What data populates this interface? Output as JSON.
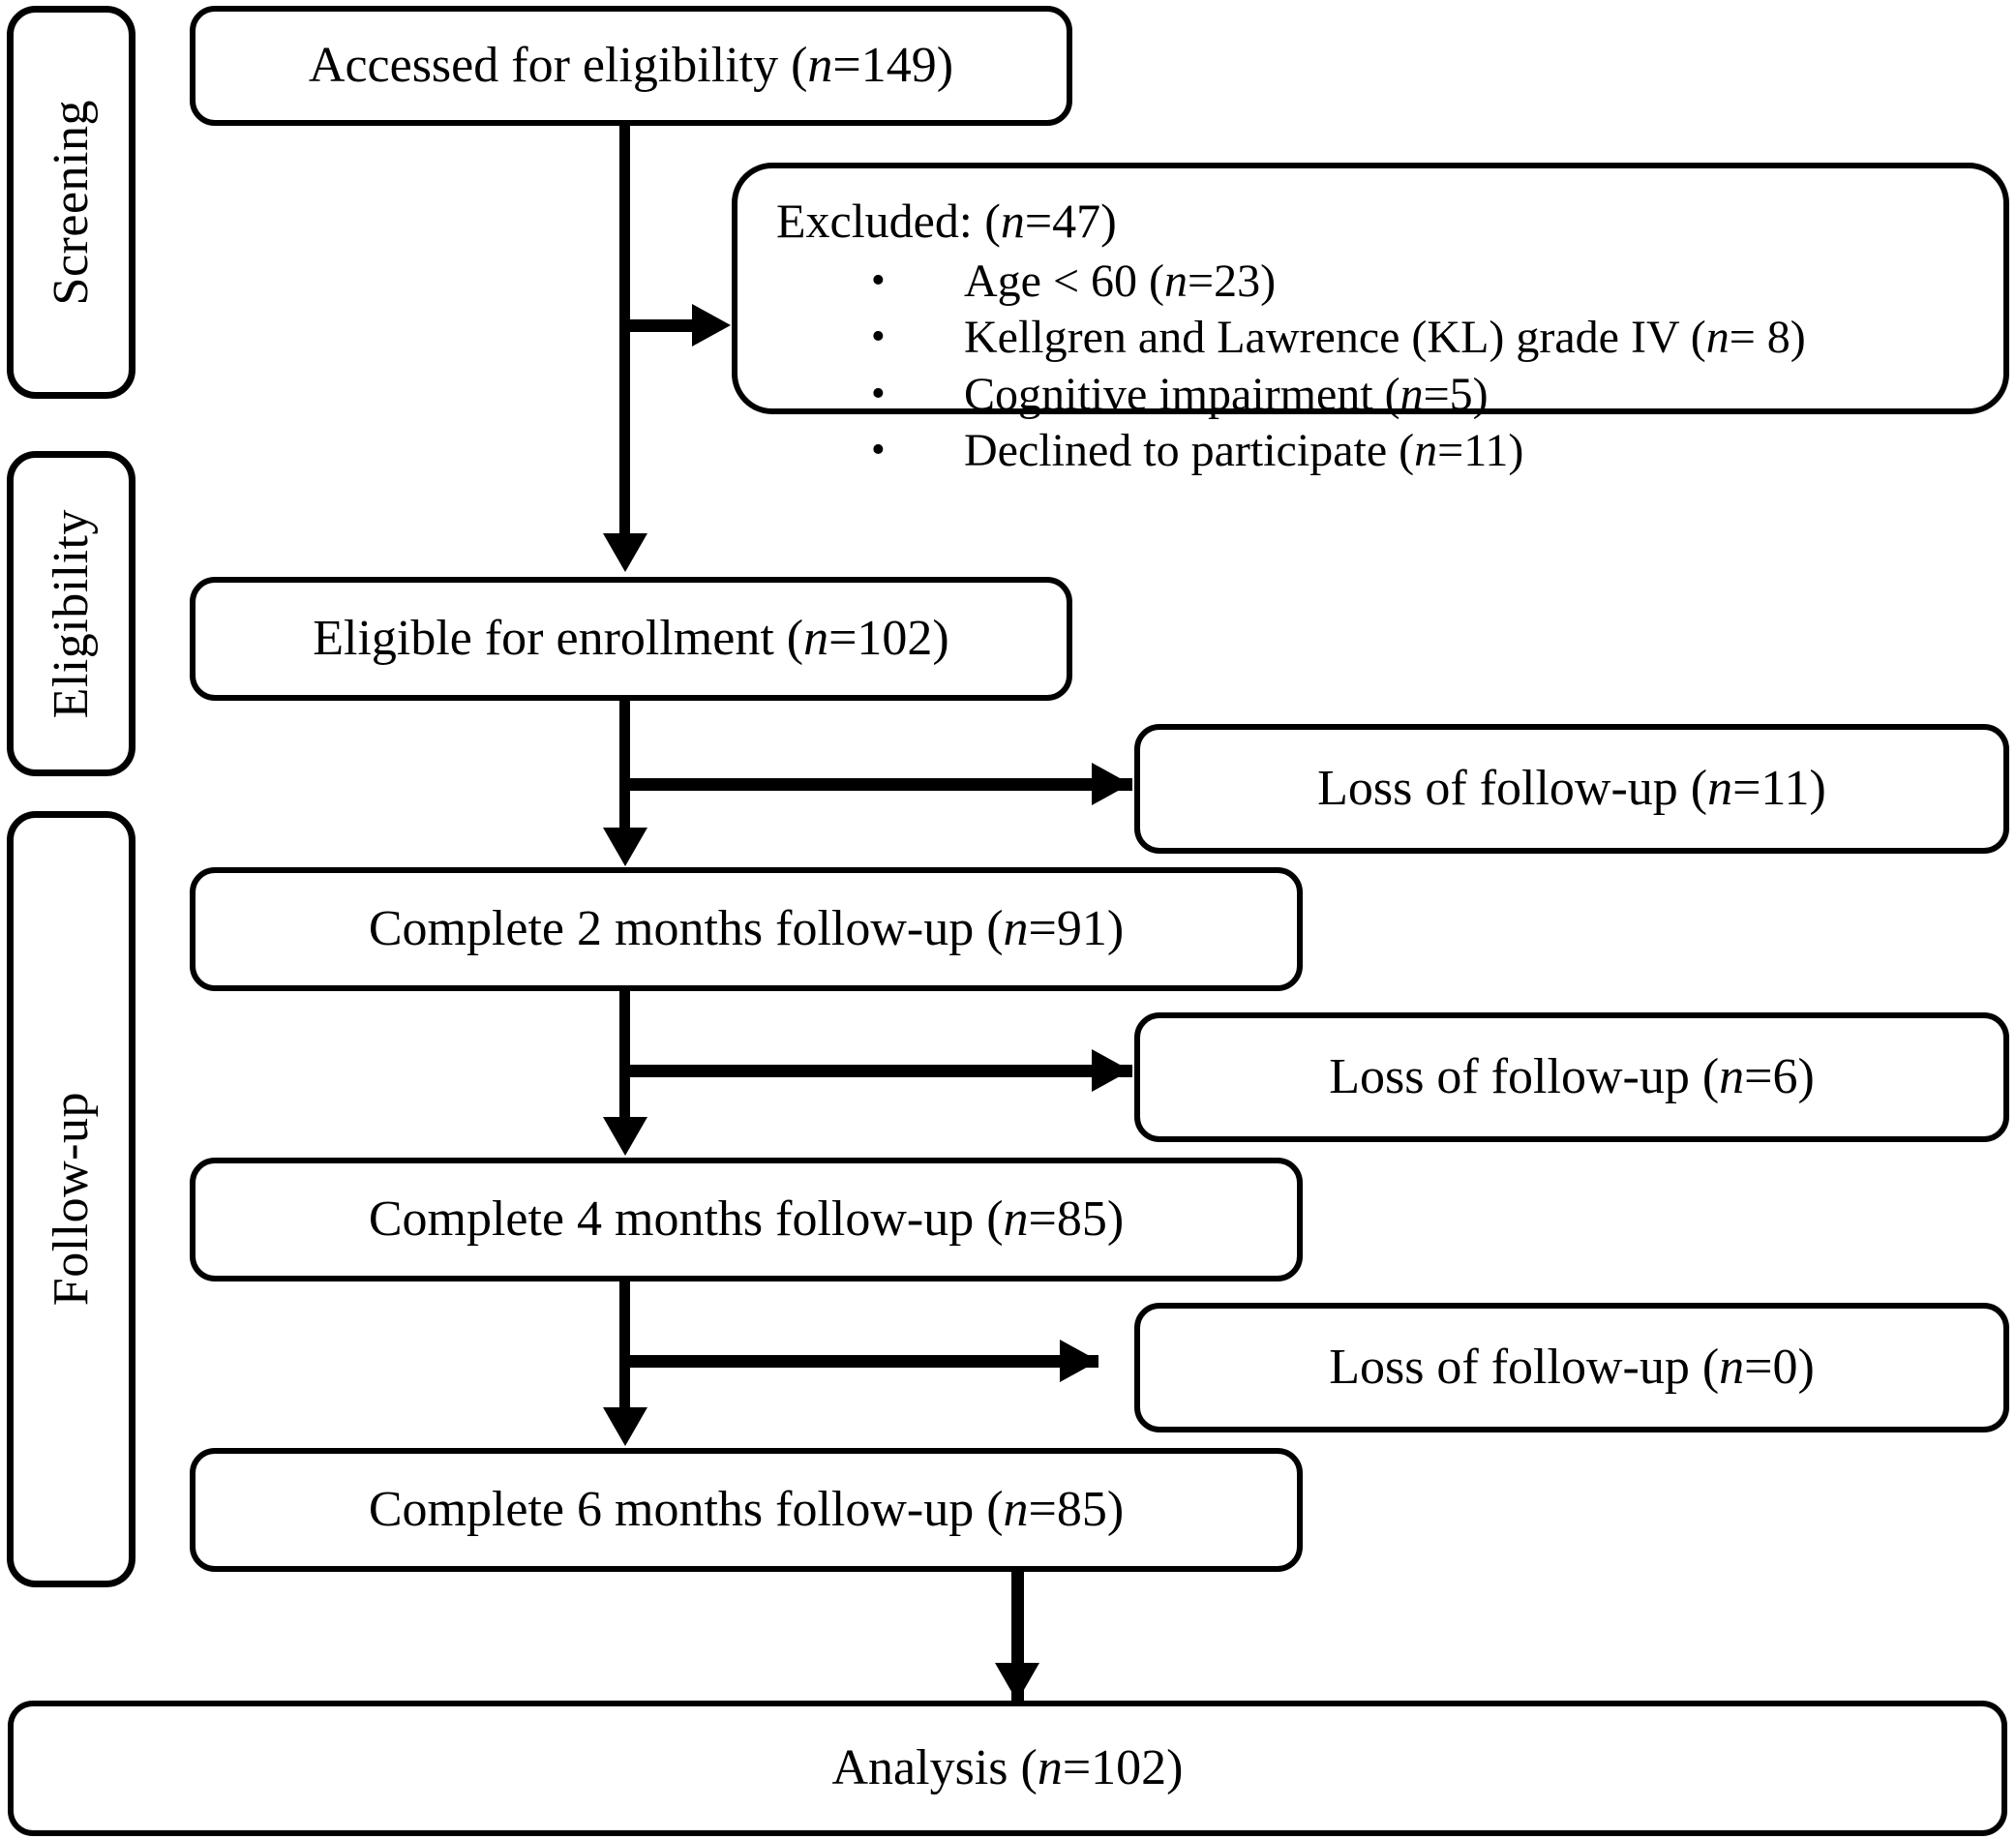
{
  "diagram": {
    "title": "CONSORT participant flow diagram",
    "accent_color": "#000000",
    "background_color": "#ffffff"
  },
  "stages": [
    {
      "id": "screening",
      "label": "Screening"
    },
    {
      "id": "eligibility",
      "label": "Eligibility"
    },
    {
      "id": "followup",
      "label": "Follow-up"
    }
  ],
  "nodes": {
    "assessed": {
      "label": "Accessed for eligibility (n=149)"
    },
    "eligible": {
      "label": "Eligible for enrollment (n=102)"
    },
    "complete2": {
      "label": "Complete 2 months follow-up (n=91)"
    },
    "complete4": {
      "label": "Complete 4 months follow-up (n=85)"
    },
    "complete6": {
      "label": "Complete 6 months follow-up (n=85)"
    },
    "analysis": {
      "label": "Analysis (n=102)"
    }
  },
  "excluded": {
    "heading": "Excluded: (n=47)",
    "bullet_glyph": "•",
    "items": [
      "Age < 60 (n=23)",
      "Kellgren and Lawrence (KL) grade IV (n= 8)",
      "Cognitive impairment (n=5)",
      "Declined to participate (n=11)"
    ]
  },
  "losses": [
    {
      "id": "loss2",
      "label": "Loss of follow-up (n=11)"
    },
    {
      "id": "loss4",
      "label": "Loss of follow-up (n=6)"
    },
    {
      "id": "loss6",
      "label": "Loss of follow-up (n=0)"
    }
  ],
  "flow_data": {
    "type": "flowchart",
    "assessed_for_eligibility": 149,
    "excluded_total": 47,
    "excluded_breakdown": {
      "age_under_60": 23,
      "kl_grade_iv": 8,
      "cognitive_impairment": 5,
      "declined_to_participate": 11
    },
    "eligible_for_enrollment": 102,
    "loss_of_follow_up_2_months": 11,
    "complete_2_months_follow_up": 91,
    "loss_of_follow_up_4_months": 6,
    "complete_4_months_follow_up": 85,
    "loss_of_follow_up_6_months": 0,
    "complete_6_months_follow_up": 85,
    "analysis": 102
  }
}
